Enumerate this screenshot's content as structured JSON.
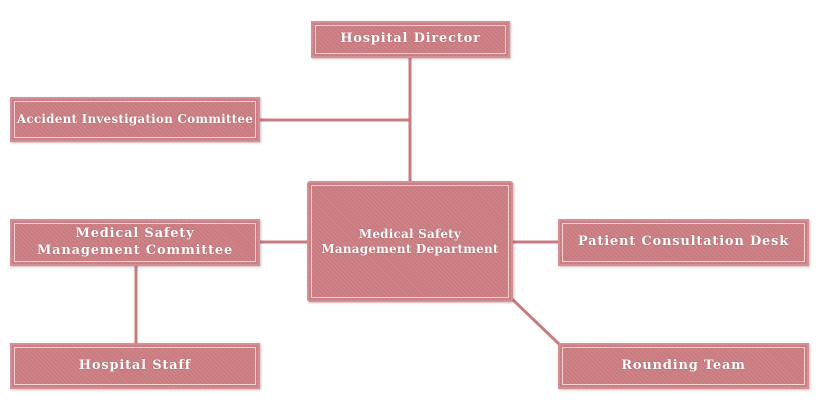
{
  "nodes": {
    "hospital_director": "Hospital Director",
    "accident_committee": "Accident Investigation Committee",
    "msmc": "Medical Safety\nManagement Committee",
    "msm_department": "Medical Safety\nManagement Department",
    "patient_desk": "Patient Consultation Desk",
    "hospital_staff": "Hospital Staff",
    "rounding_team": "Rounding Team"
  },
  "colors": {
    "box_fill": "#c97b80",
    "box_border": "#d58e93",
    "connector": "#c97b80",
    "text": "#ffffff"
  }
}
